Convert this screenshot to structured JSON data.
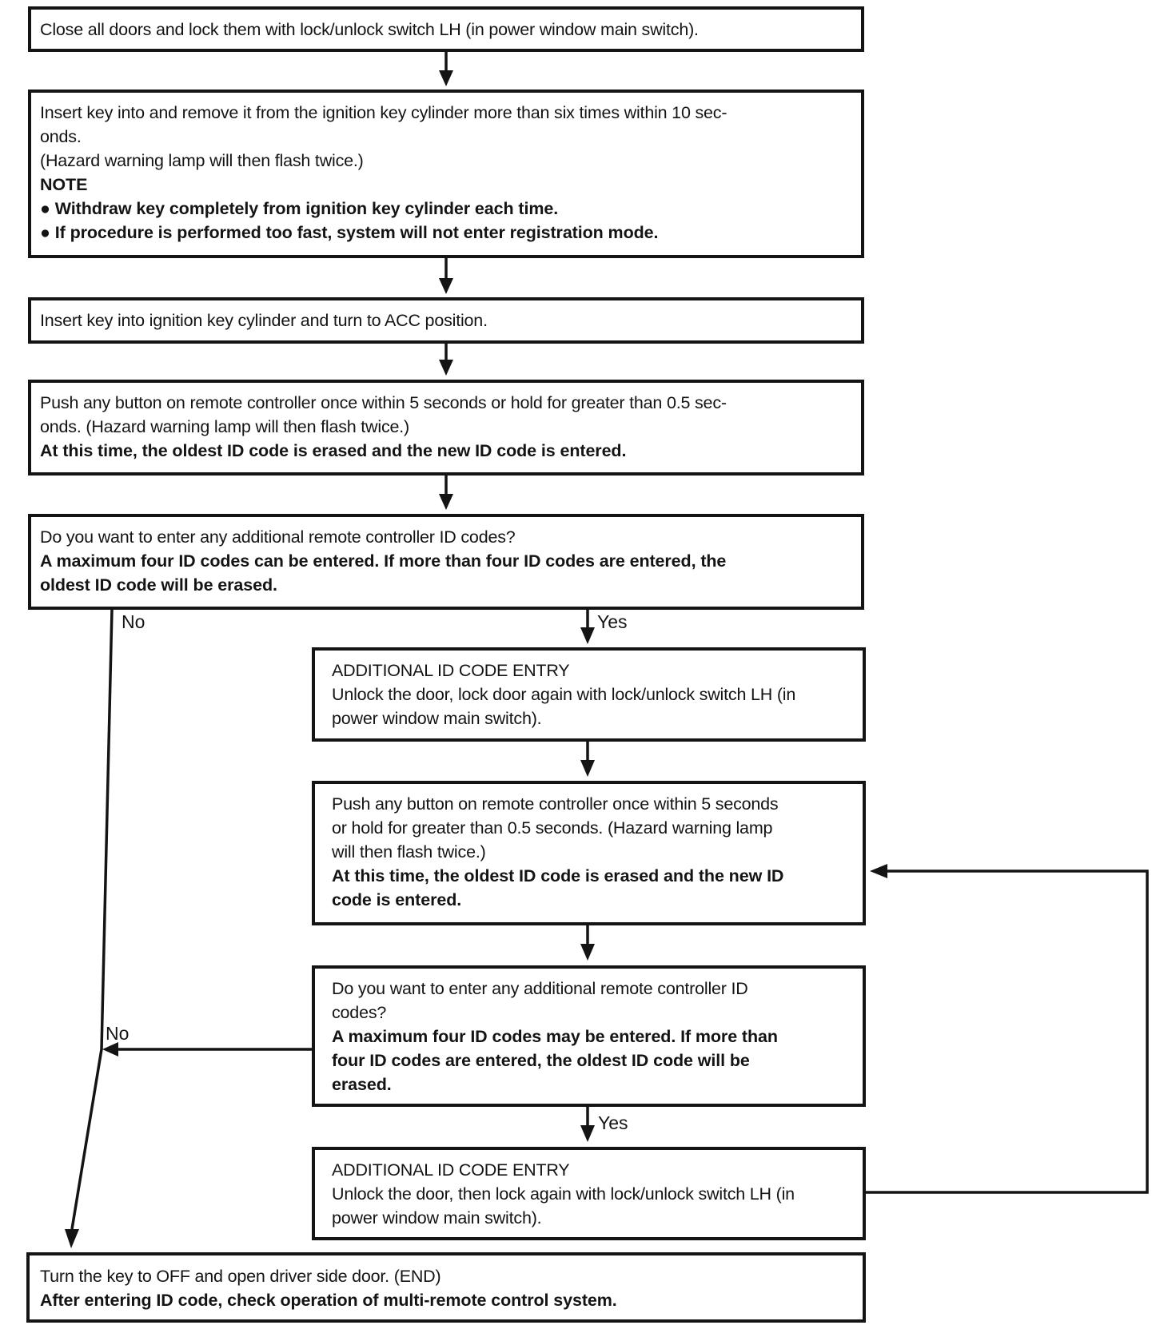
{
  "colors": {
    "ink": "#141414",
    "paper": "#ffffff"
  },
  "diagram": {
    "boxes": {
      "close_doors": {
        "lines": [
          "Close all doors and lock them with lock/unlock switch LH (in power window main switch)."
        ]
      },
      "insert_remove_key": {
        "lines": [
          "Insert key into and remove it from the ignition key cylinder more than six times within 10 sec-",
          "onds.",
          "(Hazard warning lamp will then flash twice.)",
          "NOTE",
          "●  Withdraw key completely from ignition key cylinder each time.",
          "●  If procedure is performed too fast, system will not enter registration mode."
        ]
      },
      "key_acc": {
        "lines": [
          "Insert key into ignition key cylinder and turn to ACC position."
        ]
      },
      "push_button": {
        "lines": [
          "Push any button on remote controller once within 5 seconds or hold for greater than 0.5 sec-",
          "onds. (Hazard warning lamp will then flash twice.)",
          "At this time, the oldest ID code is erased and the new ID code is entered."
        ]
      },
      "decision_codes": {
        "lines": [
          "Do you want to enter any additional remote controller ID codes?",
          "A maximum four ID codes can be entered. If more than four ID codes are entered, the",
          "oldest ID code will be erased."
        ]
      },
      "additional_entry_1": {
        "lines": [
          "ADDITIONAL ID CODE ENTRY",
          "Unlock the door, lock door again with lock/unlock switch LH (in",
          "power window main switch)."
        ]
      },
      "push_button_2": {
        "lines": [
          "Push any button on remote controller once within 5 seconds",
          "or hold for greater than 0.5 seconds. (Hazard warning lamp",
          "will then flash twice.)",
          "At this time, the oldest ID code is erased and the new ID",
          "code is entered."
        ]
      },
      "decision_codes_2": {
        "lines": [
          "Do you want to enter any additional remote controller ID",
          "codes?",
          "A maximum four ID codes may be entered. If more than",
          "four ID codes are entered, the oldest ID code will be",
          "erased."
        ]
      },
      "additional_entry_2": {
        "lines": [
          "ADDITIONAL ID CODE ENTRY",
          "Unlock the door, then lock again with lock/unlock switch LH (in",
          "power window main switch)."
        ]
      },
      "end_step": {
        "lines": [
          "Turn the key to OFF and open driver side door. (END)",
          "After entering ID code, check operation of multi-remote control system."
        ]
      }
    },
    "edge_labels": {
      "no_first": "No",
      "yes_first": "Yes",
      "no_second": "No",
      "yes_second": "Yes"
    }
  }
}
